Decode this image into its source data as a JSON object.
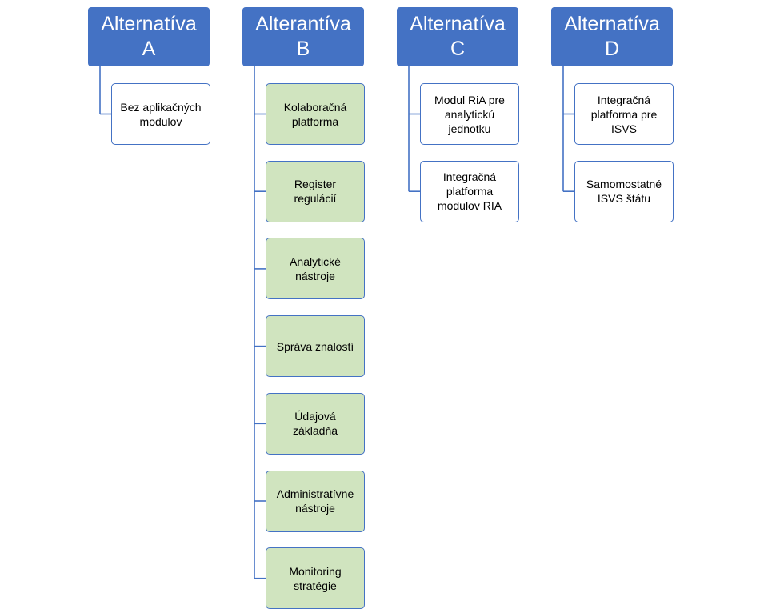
{
  "colors": {
    "header_fill": "#4472c4",
    "header_text": "#ffffff",
    "child_border": "#4472c4",
    "child_fill": "#ffffff",
    "child_fill_highlight": "#d0e4bf",
    "connector": "#4472c4"
  },
  "columns": [
    {
      "title": "Alternatíva\nA",
      "children": [
        {
          "label": "Bez aplikačných\nmodulov",
          "highlight": false
        }
      ]
    },
    {
      "title": "Alterantíva\nB",
      "children": [
        {
          "label": "Kolaboračná\nplatforma",
          "highlight": true
        },
        {
          "label": "Register\nregulácií",
          "highlight": true
        },
        {
          "label": "Analytické\nnástroje",
          "highlight": true
        },
        {
          "label": "Správa znalostí",
          "highlight": true
        },
        {
          "label": "Údajová\nzákladňa",
          "highlight": true
        },
        {
          "label": "Administratívne\nnástroje",
          "highlight": true
        },
        {
          "label": "Monitoring\nstratégie",
          "highlight": true
        }
      ]
    },
    {
      "title": "Alternatíva\nC",
      "children": [
        {
          "label": "Modul RiA pre\nanalytickú\njednotku",
          "highlight": false
        },
        {
          "label": "Integračná\nplatforma\nmodulov RIA",
          "highlight": false
        }
      ]
    },
    {
      "title": "Alternatíva\nD",
      "children": [
        {
          "label": "Integračná\nplatforma pre\nISVS",
          "highlight": false
        },
        {
          "label": "Samomostatné\nISVS štátu",
          "highlight": false
        }
      ]
    }
  ]
}
